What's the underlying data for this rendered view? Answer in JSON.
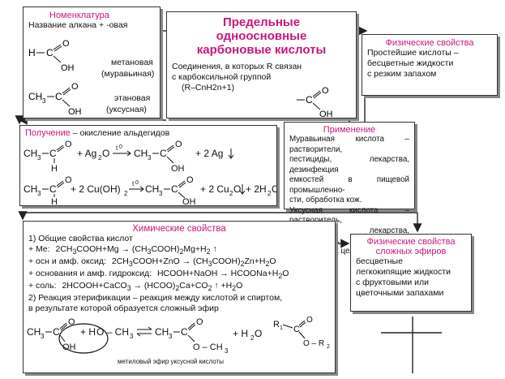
{
  "title": "Предельные одноосновные карбоновые кислоты",
  "title_lines": [
    "Предельные",
    "одноосновные",
    "карбоновые кислоты"
  ],
  "center": {
    "def_lines": [
      "Соединения, в которых R связан",
      "с карбоксильной группой"
    ],
    "formula": "(R–CnH2n+1)"
  },
  "nomenclature": {
    "header": "Номенклатура",
    "rule": "Название алкана + -овая",
    "formic_name": "метановая",
    "formic_trivial": "(муравьиная)",
    "acetic_name": "этановая",
    "acetic_trivial": "(уксусная)"
  },
  "physical": {
    "header": "Физические свойства",
    "lines": [
      "Простейшие кислоты –",
      "бесцветные жидкости",
      "с резким запахом"
    ]
  },
  "obtaining": {
    "header": "Получение",
    "subtitle": " – окисление альдегидов"
  },
  "application": {
    "header": "Применение",
    "lines": [
      "Муравьиная кислота – растворители,",
      "пестициды, лекарства, дезинфекция",
      "емкостей в пищевой промышленно-",
      "сти, обработка кож.",
      "Уксусная кислота – растворитель,",
      "красители, лекарства, инсектициды,",
      "для пищевых целей."
    ]
  },
  "chemical": {
    "header": "Химические свойства",
    "line1": "1) Общие свойства кислот",
    "me_label": "+ Me:",
    "oxide_label": "+ осн и амф. оксид:",
    "hydroxide_label": "+ основания и амф. гидроксид:",
    "salt_label": "+ соль:",
    "line2": "2) Реакция этерификации – реакция между кислотой и спиртом,",
    "line3": "в результате которой образуется сложный эфир",
    "ester_caption": "метиловый эфир уксусной кислоты"
  },
  "esters": {
    "header_lines": [
      "Физические свойства",
      "сложных эфиров"
    ],
    "lines": [
      "бесцветные",
      "легкокипящие жидкости",
      "с фруктовыми или",
      "цветочными запахами"
    ]
  }
}
